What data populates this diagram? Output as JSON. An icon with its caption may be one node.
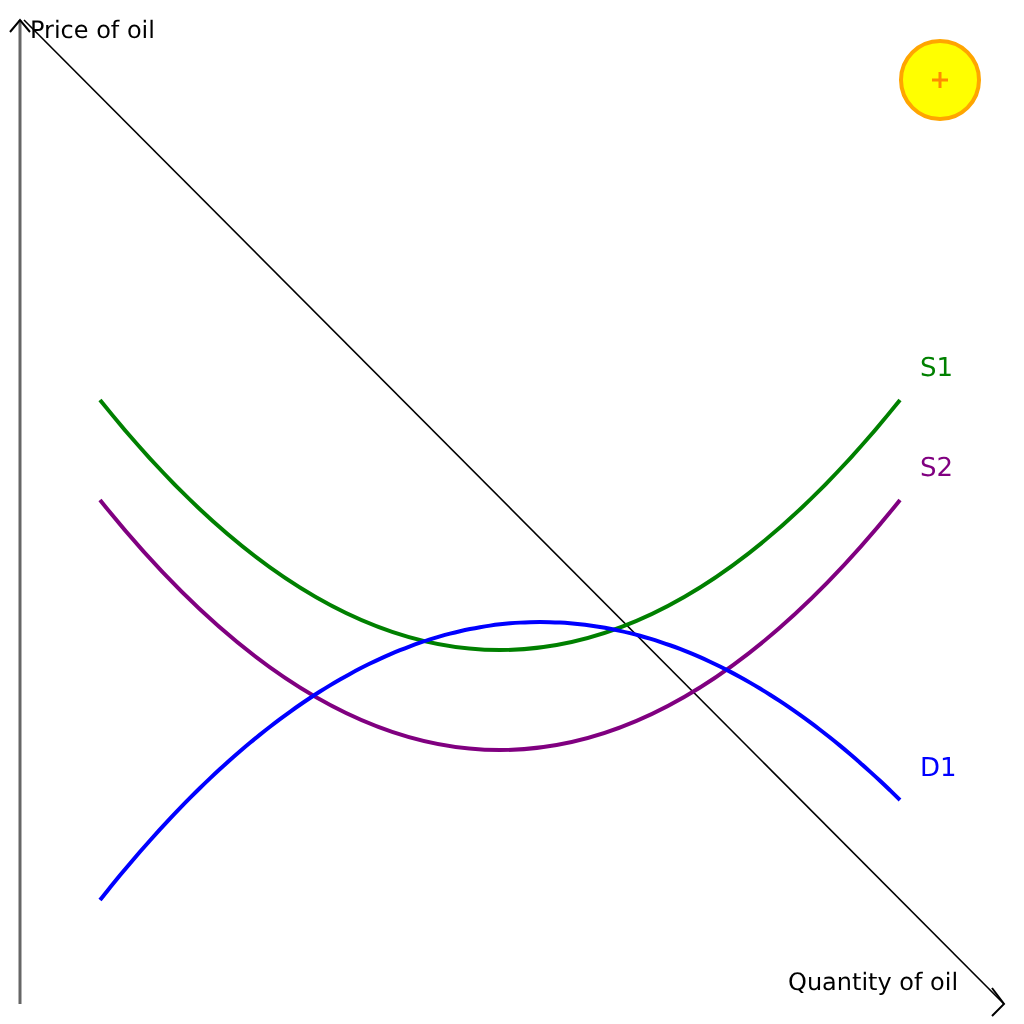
{
  "diagram": {
    "labels": [
      "Price of oil",
      "Quantity of oil",
      "S1",
      "S2",
      "D1"
    ]
  }
}
